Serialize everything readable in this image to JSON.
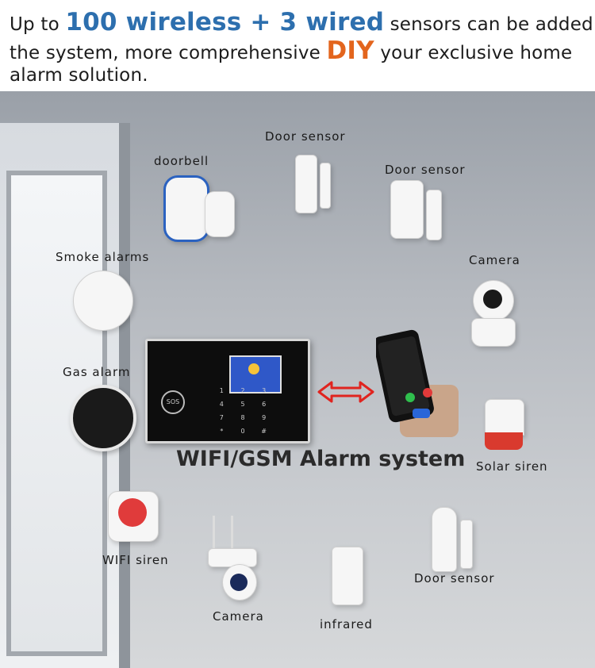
{
  "header": {
    "line1_pre": "Up to ",
    "line1_blue": "100 wireless + 3 wired",
    "line1_post": " sensors can be added to",
    "line2_pre": "the system, more comprehensive ",
    "line2_orange": "DIY",
    "line2_post": " your exclusive home",
    "line3": "alarm solution."
  },
  "main_title": "WIFI/GSM Alarm system",
  "devices": {
    "door_sensor_top": "Door sensor",
    "doorbell": "doorbell",
    "door_sensor_right": "Door sensor",
    "smoke": "Smoke alarms",
    "camera_top": "Camera",
    "gas": "Gas alarm",
    "solar_siren": "Solar siren",
    "wifi_siren": "WIFI siren",
    "camera_bottom": "Camera",
    "infrared": "infrared",
    "door_sensor_bottom": "Door sensor"
  },
  "panel": {
    "sos": "SOS",
    "keys": [
      "1",
      "2",
      "3",
      "4",
      "5",
      "6",
      "7",
      "8",
      "9",
      "*",
      "0",
      "#"
    ]
  },
  "colors": {
    "blue": "#2d6fae",
    "orange": "#e3651d",
    "arrow": "#e0241f"
  }
}
